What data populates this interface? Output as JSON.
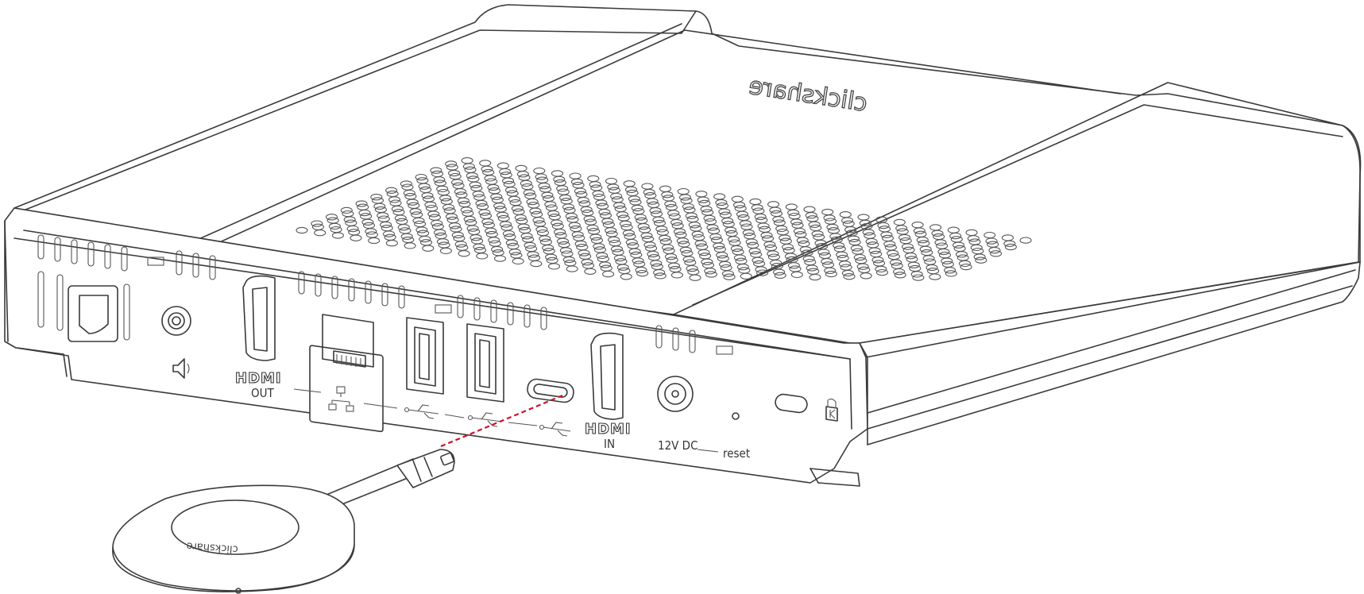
{
  "diagram": {
    "device_brand": "clickshare",
    "dongle_brand": "clickshare",
    "labels": {
      "hdmi_out_logo": "HDMI",
      "hdmi_out_caption": "OUT",
      "hdmi_in_logo": "HDMI",
      "hdmi_in_caption": "IN",
      "power": "12V DC",
      "reset": "reset"
    },
    "colors": {
      "outline": "#3a3a3a",
      "connection_line": "#d0102c"
    },
    "icons": [
      "speaker-icon",
      "network-icon",
      "usb-icon",
      "usb-icon",
      "usb-icon",
      "kensington-lock-icon"
    ]
  }
}
